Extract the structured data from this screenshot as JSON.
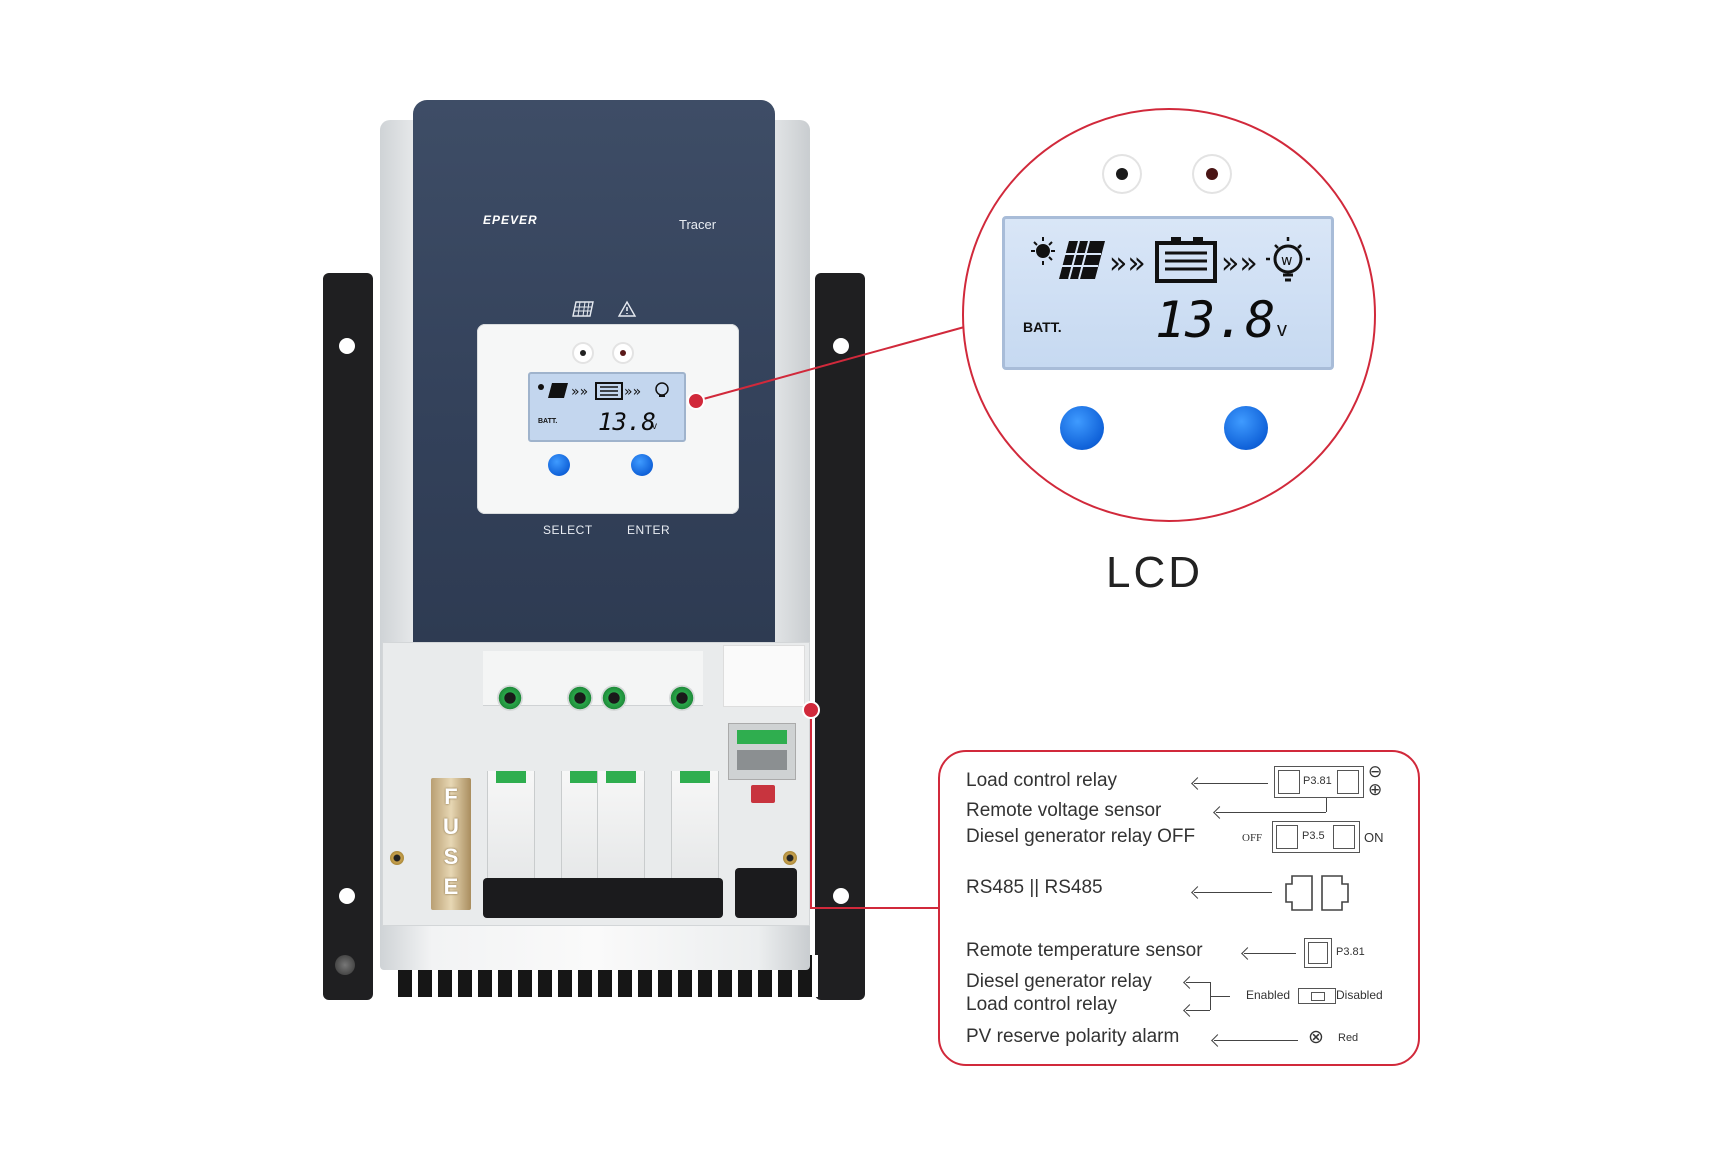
{
  "device": {
    "brand": "EPEVER",
    "model": "Tracer",
    "panel_icons": [
      "solar-panel-icon",
      "warning-triangle-icon"
    ],
    "buttons": {
      "select": "SELECT",
      "enter": "ENTER"
    },
    "fuse_letters": [
      "F",
      "U",
      "S",
      "E"
    ],
    "lcd": {
      "batt_label": "BATT.",
      "voltage": "13.8",
      "unit": "v"
    }
  },
  "zoom": {
    "caption": "LCD",
    "lcd": {
      "batt_label": "BATT.",
      "voltage": "13.8",
      "unit": "v"
    }
  },
  "callout": {
    "rows": [
      {
        "label": "Load control relay"
      },
      {
        "label": "Remote voltage sensor"
      },
      {
        "label": "Diesel generator relay OFF"
      },
      {
        "label": "RS485 || RS485"
      },
      {
        "label": "Remote temperature sensor"
      },
      {
        "label": "Diesel generator relay"
      },
      {
        "label": "Load control relay"
      },
      {
        "label": "PV reserve polarity alarm"
      }
    ],
    "p381": "P3.81",
    "p35": "P3.5",
    "off": "OFF",
    "on": "ON",
    "p381b": "P3.81",
    "enabled": "Enabled",
    "disabled": "Disabled",
    "red": "Red",
    "minus_symbol": "⊖",
    "plus_symbol": "⊕",
    "alarm_symbol": "⊗"
  },
  "colors": {
    "accent_red": "#d1293b",
    "button_blue": "#1a73e8",
    "panel_navy": "#36445d"
  }
}
